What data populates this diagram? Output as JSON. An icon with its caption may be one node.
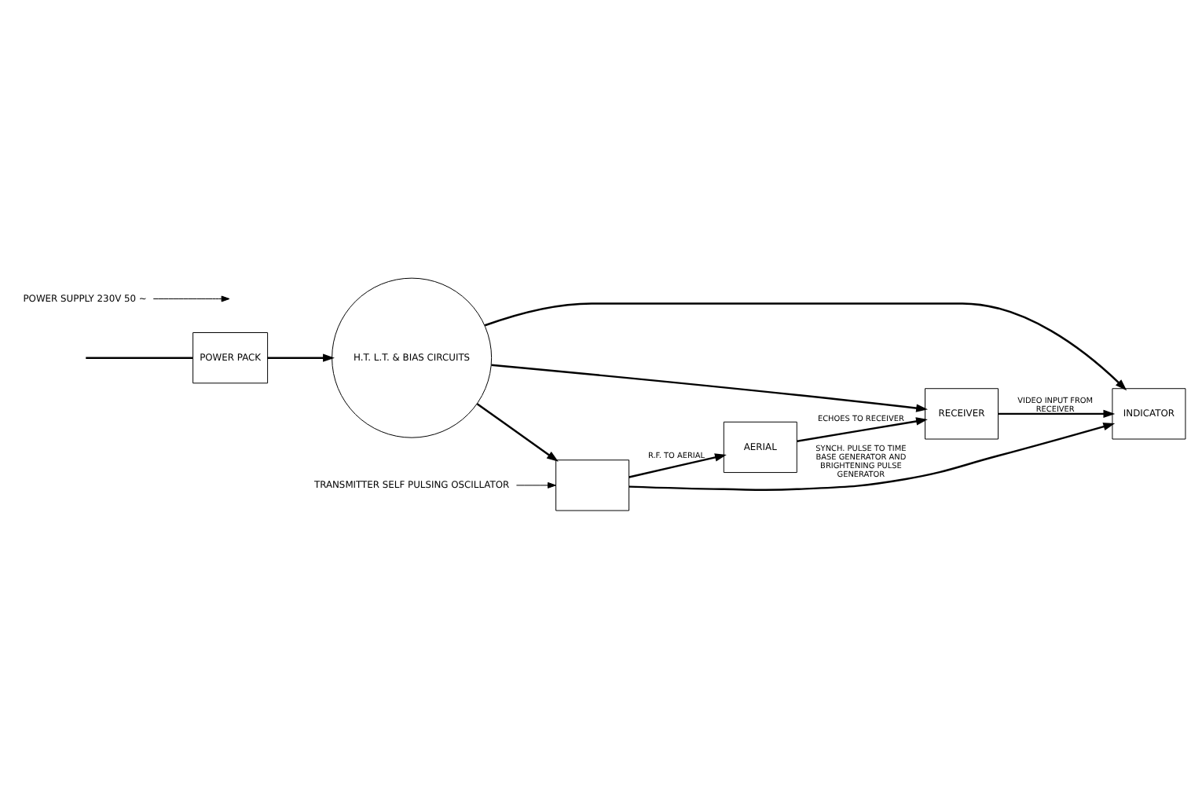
{
  "diagram": {
    "nodes": [
      {
        "text": [
          "TRANSMITTER SELF PULSING OSCILLATOR"
        ]
      },
      {
        "text": [],
        "shape": "box"
      },
      {
        "text": [
          "POWER SUPPLY 230V 50 ~"
        ]
      },
      {
        "text": [
          "POWER PACK"
        ]
      },
      {
        "text": [
          "H.T. L.T. & BIAS CIRCUITS"
        ]
      },
      {
        "text": [
          "INDICATOR"
        ]
      },
      {
        "text": [
          "AERIAL"
        ]
      },
      {
        "text": [
          "RECEIVER"
        ]
      }
    ],
    "edges": [
      {
        "from": 0,
        "to": 1,
        "arrow": "to"
      },
      {
        "from": 2,
        "to": null,
        "arrow": "to"
      },
      {
        "from": null,
        "to": 3,
        "arrow": "none"
      },
      {
        "from": 3,
        "to": 4,
        "arrow": "to"
      },
      {
        "from": 4,
        "to": 1,
        "arrow": "to"
      },
      {
        "from": 4,
        "to": 5,
        "arrow": "to"
      },
      {
        "from": 4,
        "to": 7,
        "arrow": "to"
      },
      {
        "from": 1,
        "to": 6,
        "arrow": "to",
        "label": "R.F. TO AERIAL"
      },
      {
        "from": 1,
        "to": 5,
        "arrow": "to",
        "label": "SYNCH. PULSE TO TIME BASE GENERATOR AND BRIGHTENING PULSE GENERATOR"
      },
      {
        "from": 6,
        "to": 7,
        "arrow": "to",
        "label": "ECHOES TO RECEIVER"
      },
      {
        "from": 7,
        "to": 5,
        "arrow": "to",
        "label": "VIDEO INPUT FROM RECEIVER"
      }
    ]
  }
}
